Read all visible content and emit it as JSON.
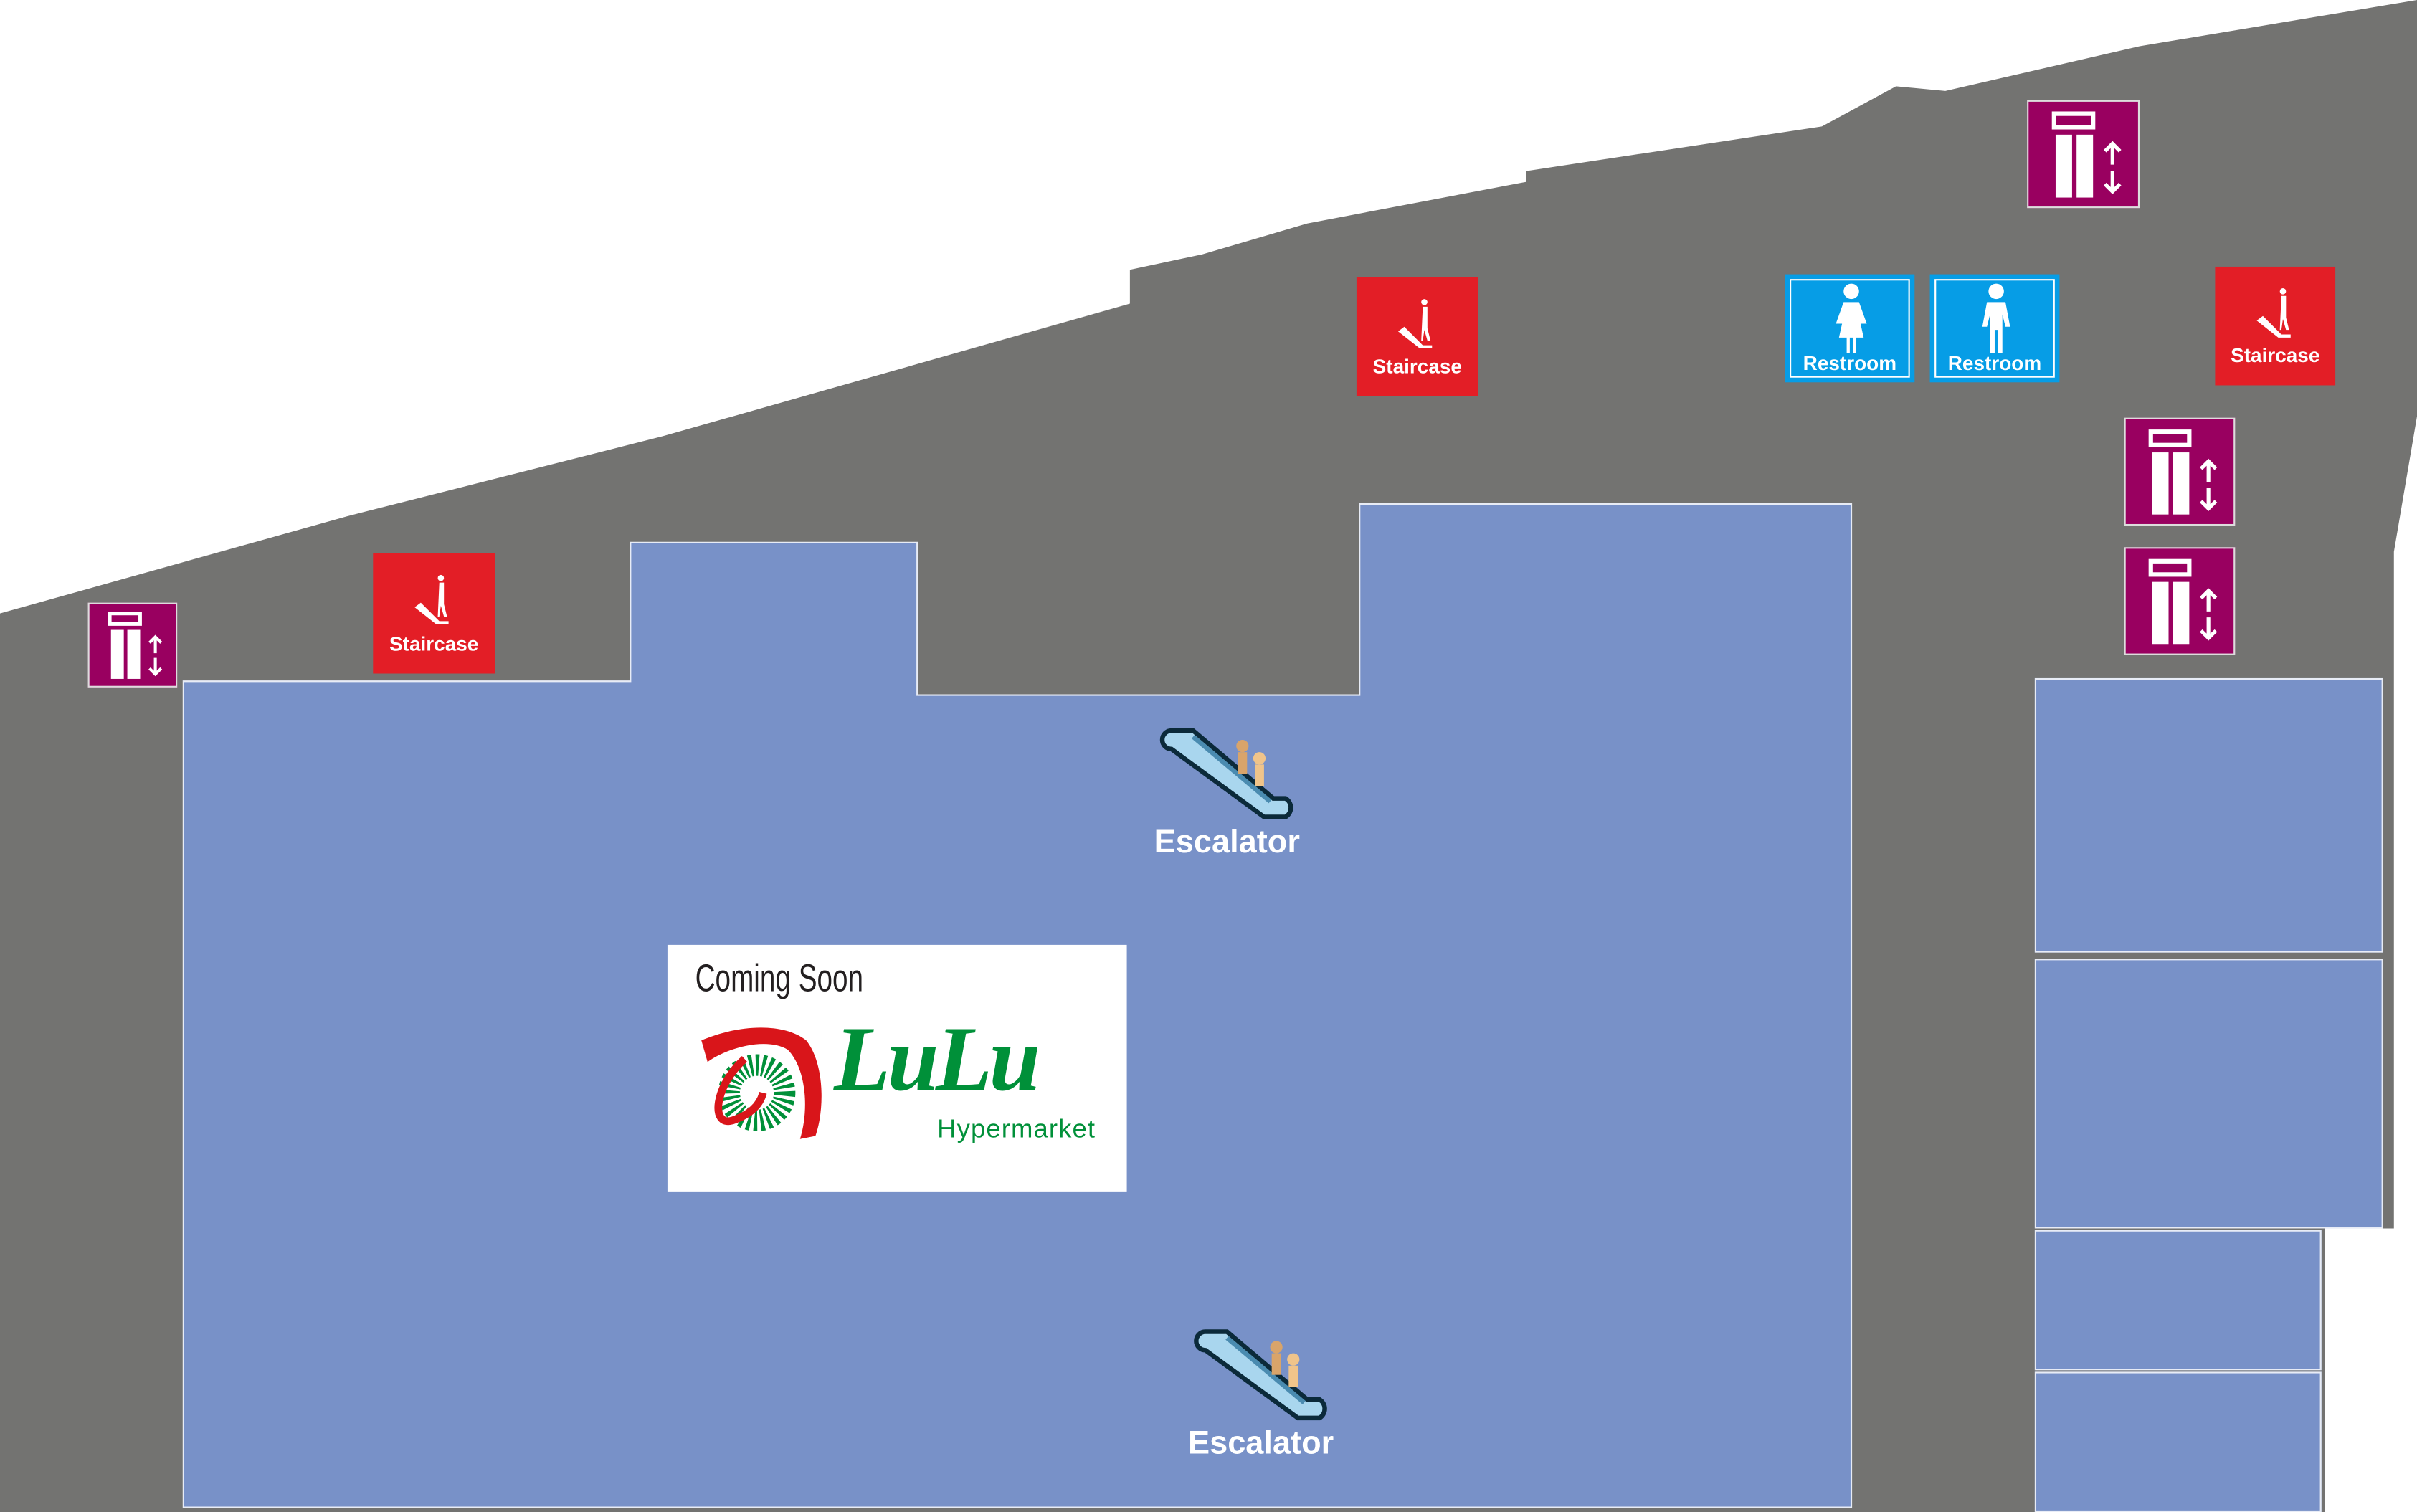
{
  "map": {
    "title": "Floor plan",
    "colors": {
      "corridor": "#737371",
      "store": "#7891c8",
      "elevator": "#990060",
      "staircase": "#e31e26",
      "restroom": "#069de6"
    }
  },
  "anchor_store": {
    "status": "Coming Soon",
    "brand": "LuLu",
    "subtitle": "Hypermarket"
  },
  "staircases": [
    {
      "label": "Staircase"
    },
    {
      "label": "Staircase"
    },
    {
      "label": "Staircase"
    }
  ],
  "restrooms": [
    {
      "label": "Restroom",
      "icon": "female-icon"
    },
    {
      "label": "Restroom",
      "icon": "male-icon"
    }
  ],
  "escalators": [
    {
      "label": "Escalator"
    },
    {
      "label": "Escalator"
    }
  ],
  "elevators": [
    {
      "icon": "elevator-icon"
    },
    {
      "icon": "elevator-icon"
    },
    {
      "icon": "elevator-icon"
    },
    {
      "icon": "elevator-icon"
    }
  ]
}
